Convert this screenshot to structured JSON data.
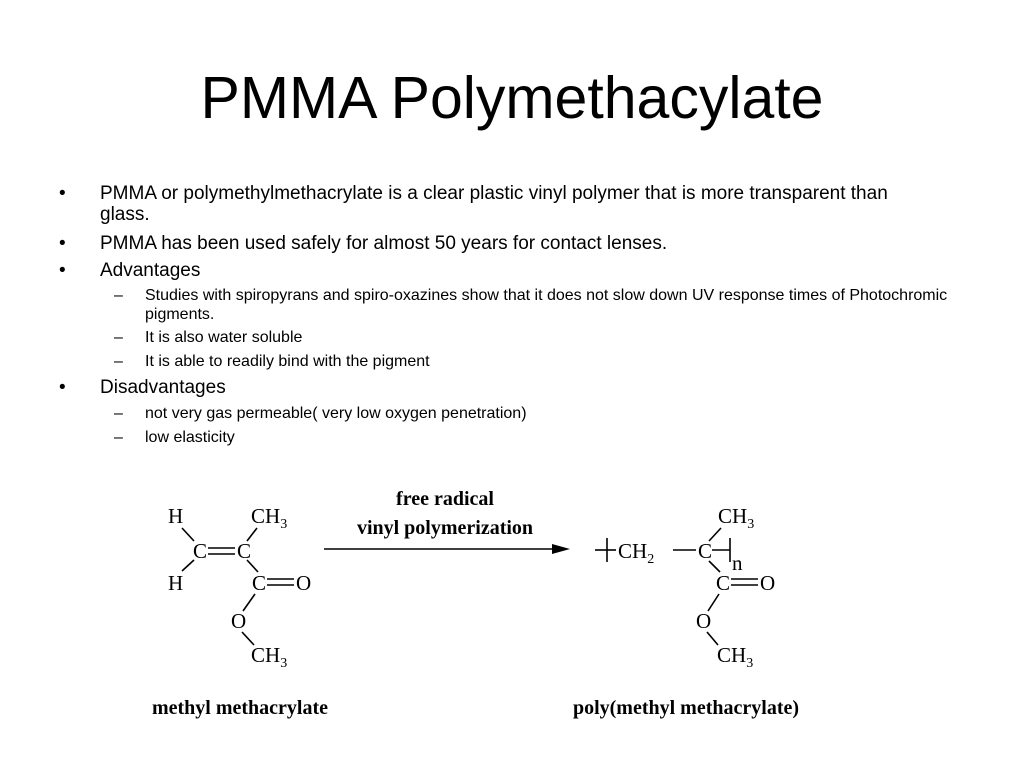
{
  "slide": {
    "title": "PMMA Polymethacylate"
  },
  "bullets": {
    "b1": "PMMA or polymethylmethacrylate is a clear plastic vinyl polymer that is more transparent than glass.",
    "b2": "PMMA has been used safely for almost 50 years for contact lenses.",
    "b3": "Advantages",
    "b3_sub": [
      "Studies with spiropyrans and spiro-oxazines show that it does not slow down UV response times of Photochromic pigments.",
      "It is also water soluble",
      "It is able to readily bind with the pigment"
    ],
    "b4": "Disadvantages",
    "b4_sub": [
      "not very gas permeable( very low oxygen penetration)",
      "low elasticity"
    ],
    "bullet_char": "•",
    "dash_char": "–"
  },
  "diagram": {
    "reaction_label_line1": "free radical",
    "reaction_label_line2": "vinyl polymerization",
    "reactant_name": "methyl methacrylate",
    "product_name": "poly(methyl methacrylate)",
    "atoms": {
      "H": "H",
      "C": "C",
      "O": "O",
      "CH": "CH",
      "sub3": "3",
      "sub2": "2",
      "n": "n"
    }
  }
}
